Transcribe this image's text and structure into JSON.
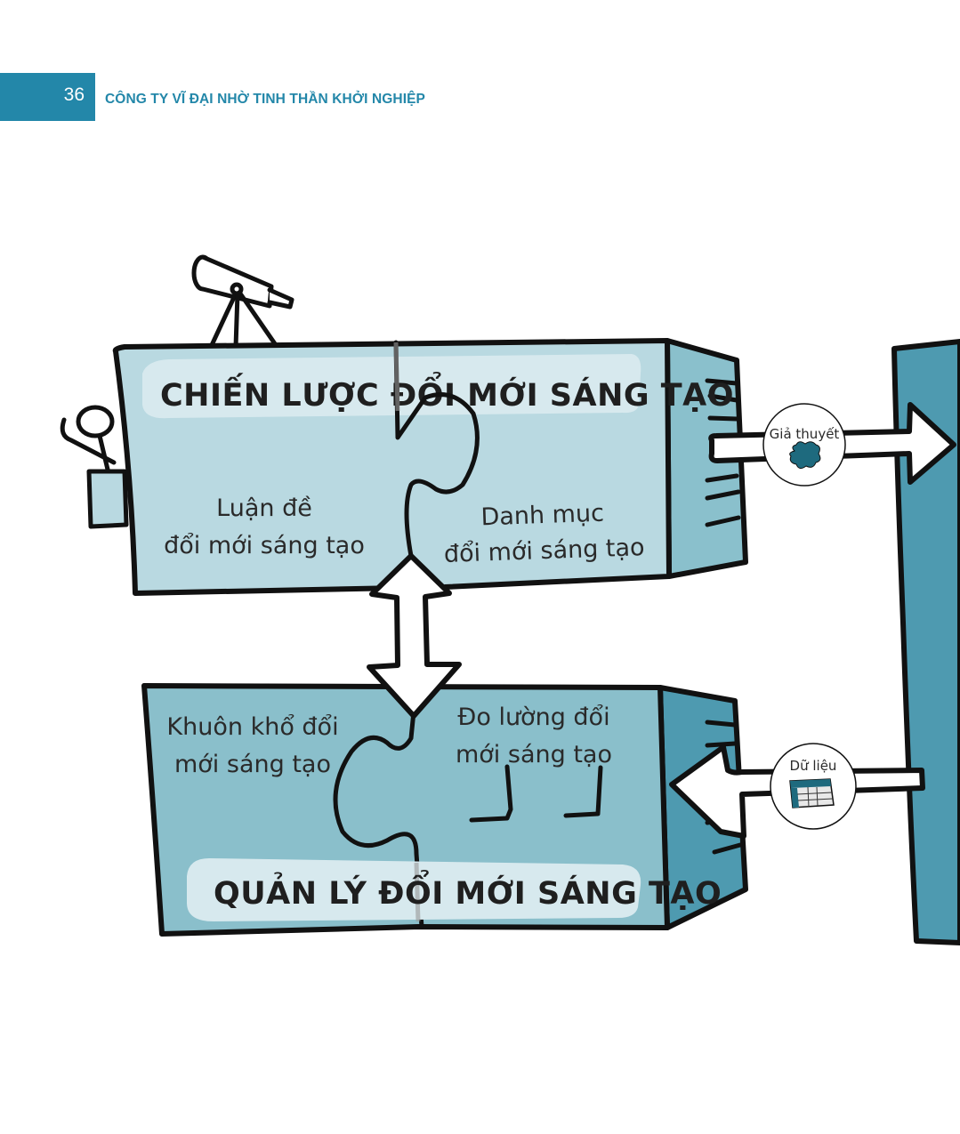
{
  "header": {
    "page_number": "36",
    "running_title": "CÔNG TY VĨ ĐẠI NHỜ TINH THẦN KHỞI NGHIỆP"
  },
  "diagram": {
    "top_block": {
      "title": "CHIẾN LƯỢC ĐỔI MỚI SÁNG TẠO",
      "left_piece": {
        "line1": "Luận đề",
        "line2": "đổi mới sáng tạo"
      },
      "right_piece": {
        "line1": "Danh mục",
        "line2": "đổi mới sáng tạo"
      }
    },
    "bottom_block": {
      "title": "QUẢN LÝ ĐỔI MỚI SÁNG TẠO",
      "left_piece": {
        "line1": "Khuôn khổ đổi",
        "line2": "mới sáng tạo"
      },
      "right_piece": {
        "line1": "Đo lường đổi",
        "line2": "mới sáng tạo"
      }
    },
    "outgoing_arrow": {
      "label": "Giả thuyết",
      "icon": "cloud-blob-icon"
    },
    "incoming_arrow": {
      "label": "Dữ liệu",
      "icon": "data-table-icon"
    },
    "connector": {
      "icon": "double-arrow-vertical-icon"
    },
    "decorations": [
      "telescope-icon",
      "magnifier-person-icon"
    ],
    "colors": {
      "header_blue": "#2387a9",
      "top_face": "#b9d9e1",
      "top_side": "#8ac0cc",
      "bottom_face": "#8abfcb",
      "bottom_side": "#4e9ab0",
      "right_wall": "#4e9ab0",
      "title_band": "#d7e9ee",
      "outline": "#111111"
    }
  }
}
